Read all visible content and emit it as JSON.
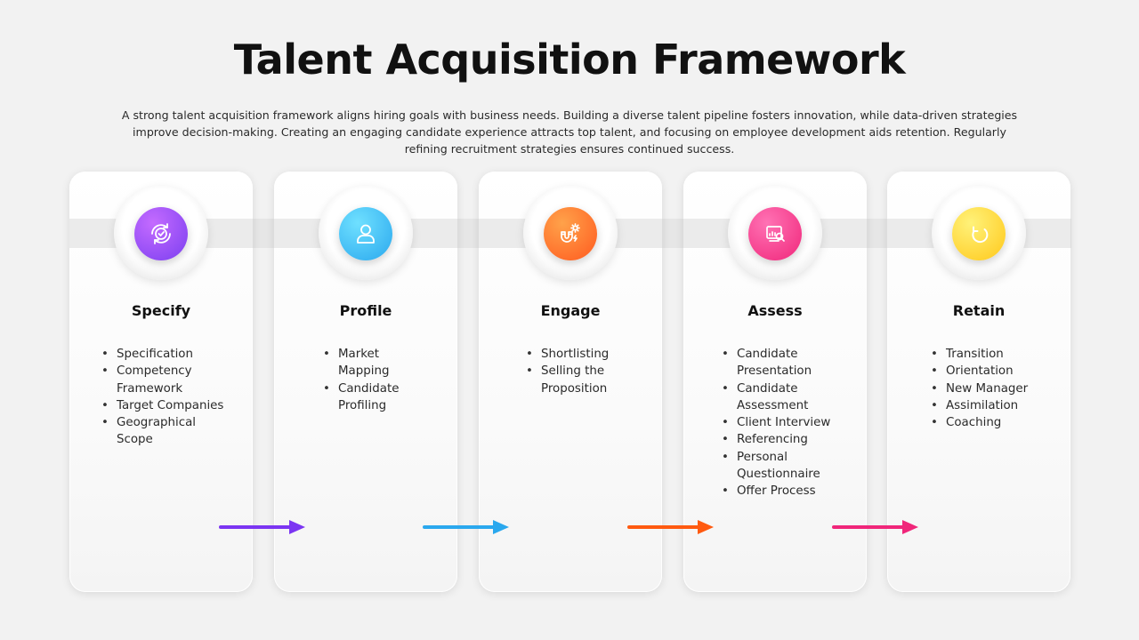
{
  "title": "Talent Acquisition Framework",
  "description": "A strong talent acquisition framework aligns hiring goals with business needs. Building a diverse talent pipeline fosters innovation, while data-driven strategies improve decision-making. Creating an engaging candidate experience attracts top talent, and focusing on employee development aids retention. Regularly refining recruitment strategies ensures continued success.",
  "stages": [
    {
      "title": "Specify",
      "icon": "target-cycle-icon",
      "color_from": "#b04cf5",
      "color_to": "#7b3ff0",
      "items": [
        "Specification",
        "Competency Framework",
        "Target Companies",
        "Geographical Scope"
      ]
    },
    {
      "title": "Profile",
      "icon": "user-icon",
      "color_from": "#4fd1f5",
      "color_to": "#2aa8ee",
      "items": [
        "Market Mapping",
        "Candidate Profiling"
      ]
    },
    {
      "title": "Engage",
      "icon": "magnet-gear-icon",
      "color_from": "#ff8a2a",
      "color_to": "#ff5a1f",
      "items": [
        "Shortlisting",
        "Selling the Proposition"
      ]
    },
    {
      "title": "Assess",
      "icon": "assessment-chart-icon",
      "color_from": "#ff4f9e",
      "color_to": "#f0267a",
      "items": [
        "Candidate Presentation",
        "Candidate Assessment",
        "Client Interview",
        "Referencing",
        "Personal Questionnaire",
        "Offer Process"
      ]
    },
    {
      "title": "Retain",
      "icon": "refresh-cycle-icon",
      "color_from": "#ffe23a",
      "color_to": "#ffc81a",
      "items": [
        "Transition",
        "Orientation",
        "New Manager",
        "Assimilation",
        "Coaching"
      ]
    }
  ],
  "arrow_colors": [
    "#7b35f2",
    "#2aa8ee",
    "#ff5a10",
    "#f0267a"
  ]
}
